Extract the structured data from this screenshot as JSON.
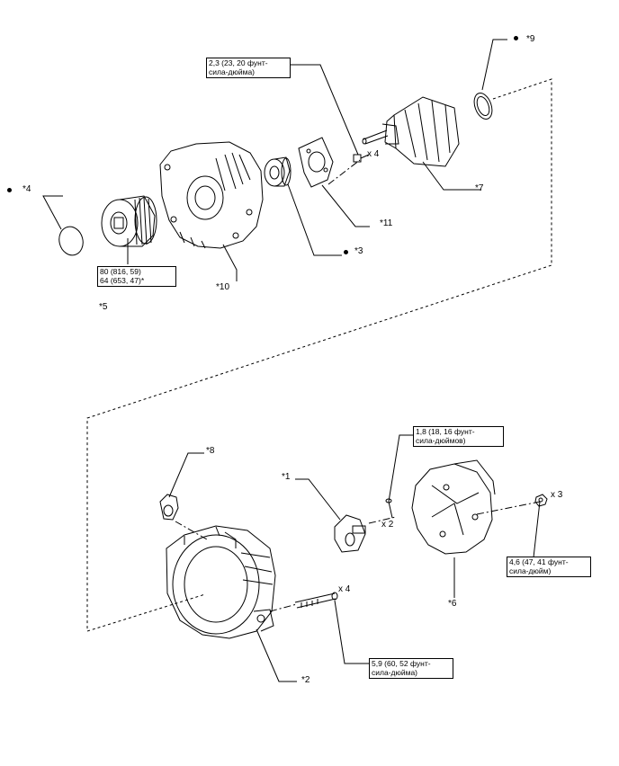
{
  "labels": {
    "p1": "*1",
    "p2": "*2",
    "p3": "*3",
    "p4": "*4",
    "p5": "*5",
    "p6": "*6",
    "p7": "*7",
    "p8": "*8",
    "p9": "*9",
    "p10": "*10",
    "p11": "*11"
  },
  "quantities": {
    "q_rotor_screws": "x 4",
    "q_brush_screws": "x 2",
    "q_cover_nuts": "x 3",
    "q_housing_bolts": "x 4"
  },
  "torque": {
    "t_rotor_l1": "2,3 (23, 20 фунт-",
    "t_rotor_l2": "сила-дюйма)",
    "t_pulley_l1": "80 (816, 59)",
    "t_pulley_l2": "64 (653, 47)*",
    "t_brush_l1": "1,8 (18, 16 фунт-",
    "t_brush_l2": "сила-дюймов)",
    "t_cover_l1": "4,6 (47, 41 фунт-",
    "t_cover_l2": "сила-дюйм)",
    "t_housing_l1": "5,9 (60, 52 фунт-",
    "t_housing_l2": "сила-дюйма)"
  },
  "colors": {
    "line": "#000000",
    "background": "#ffffff"
  }
}
